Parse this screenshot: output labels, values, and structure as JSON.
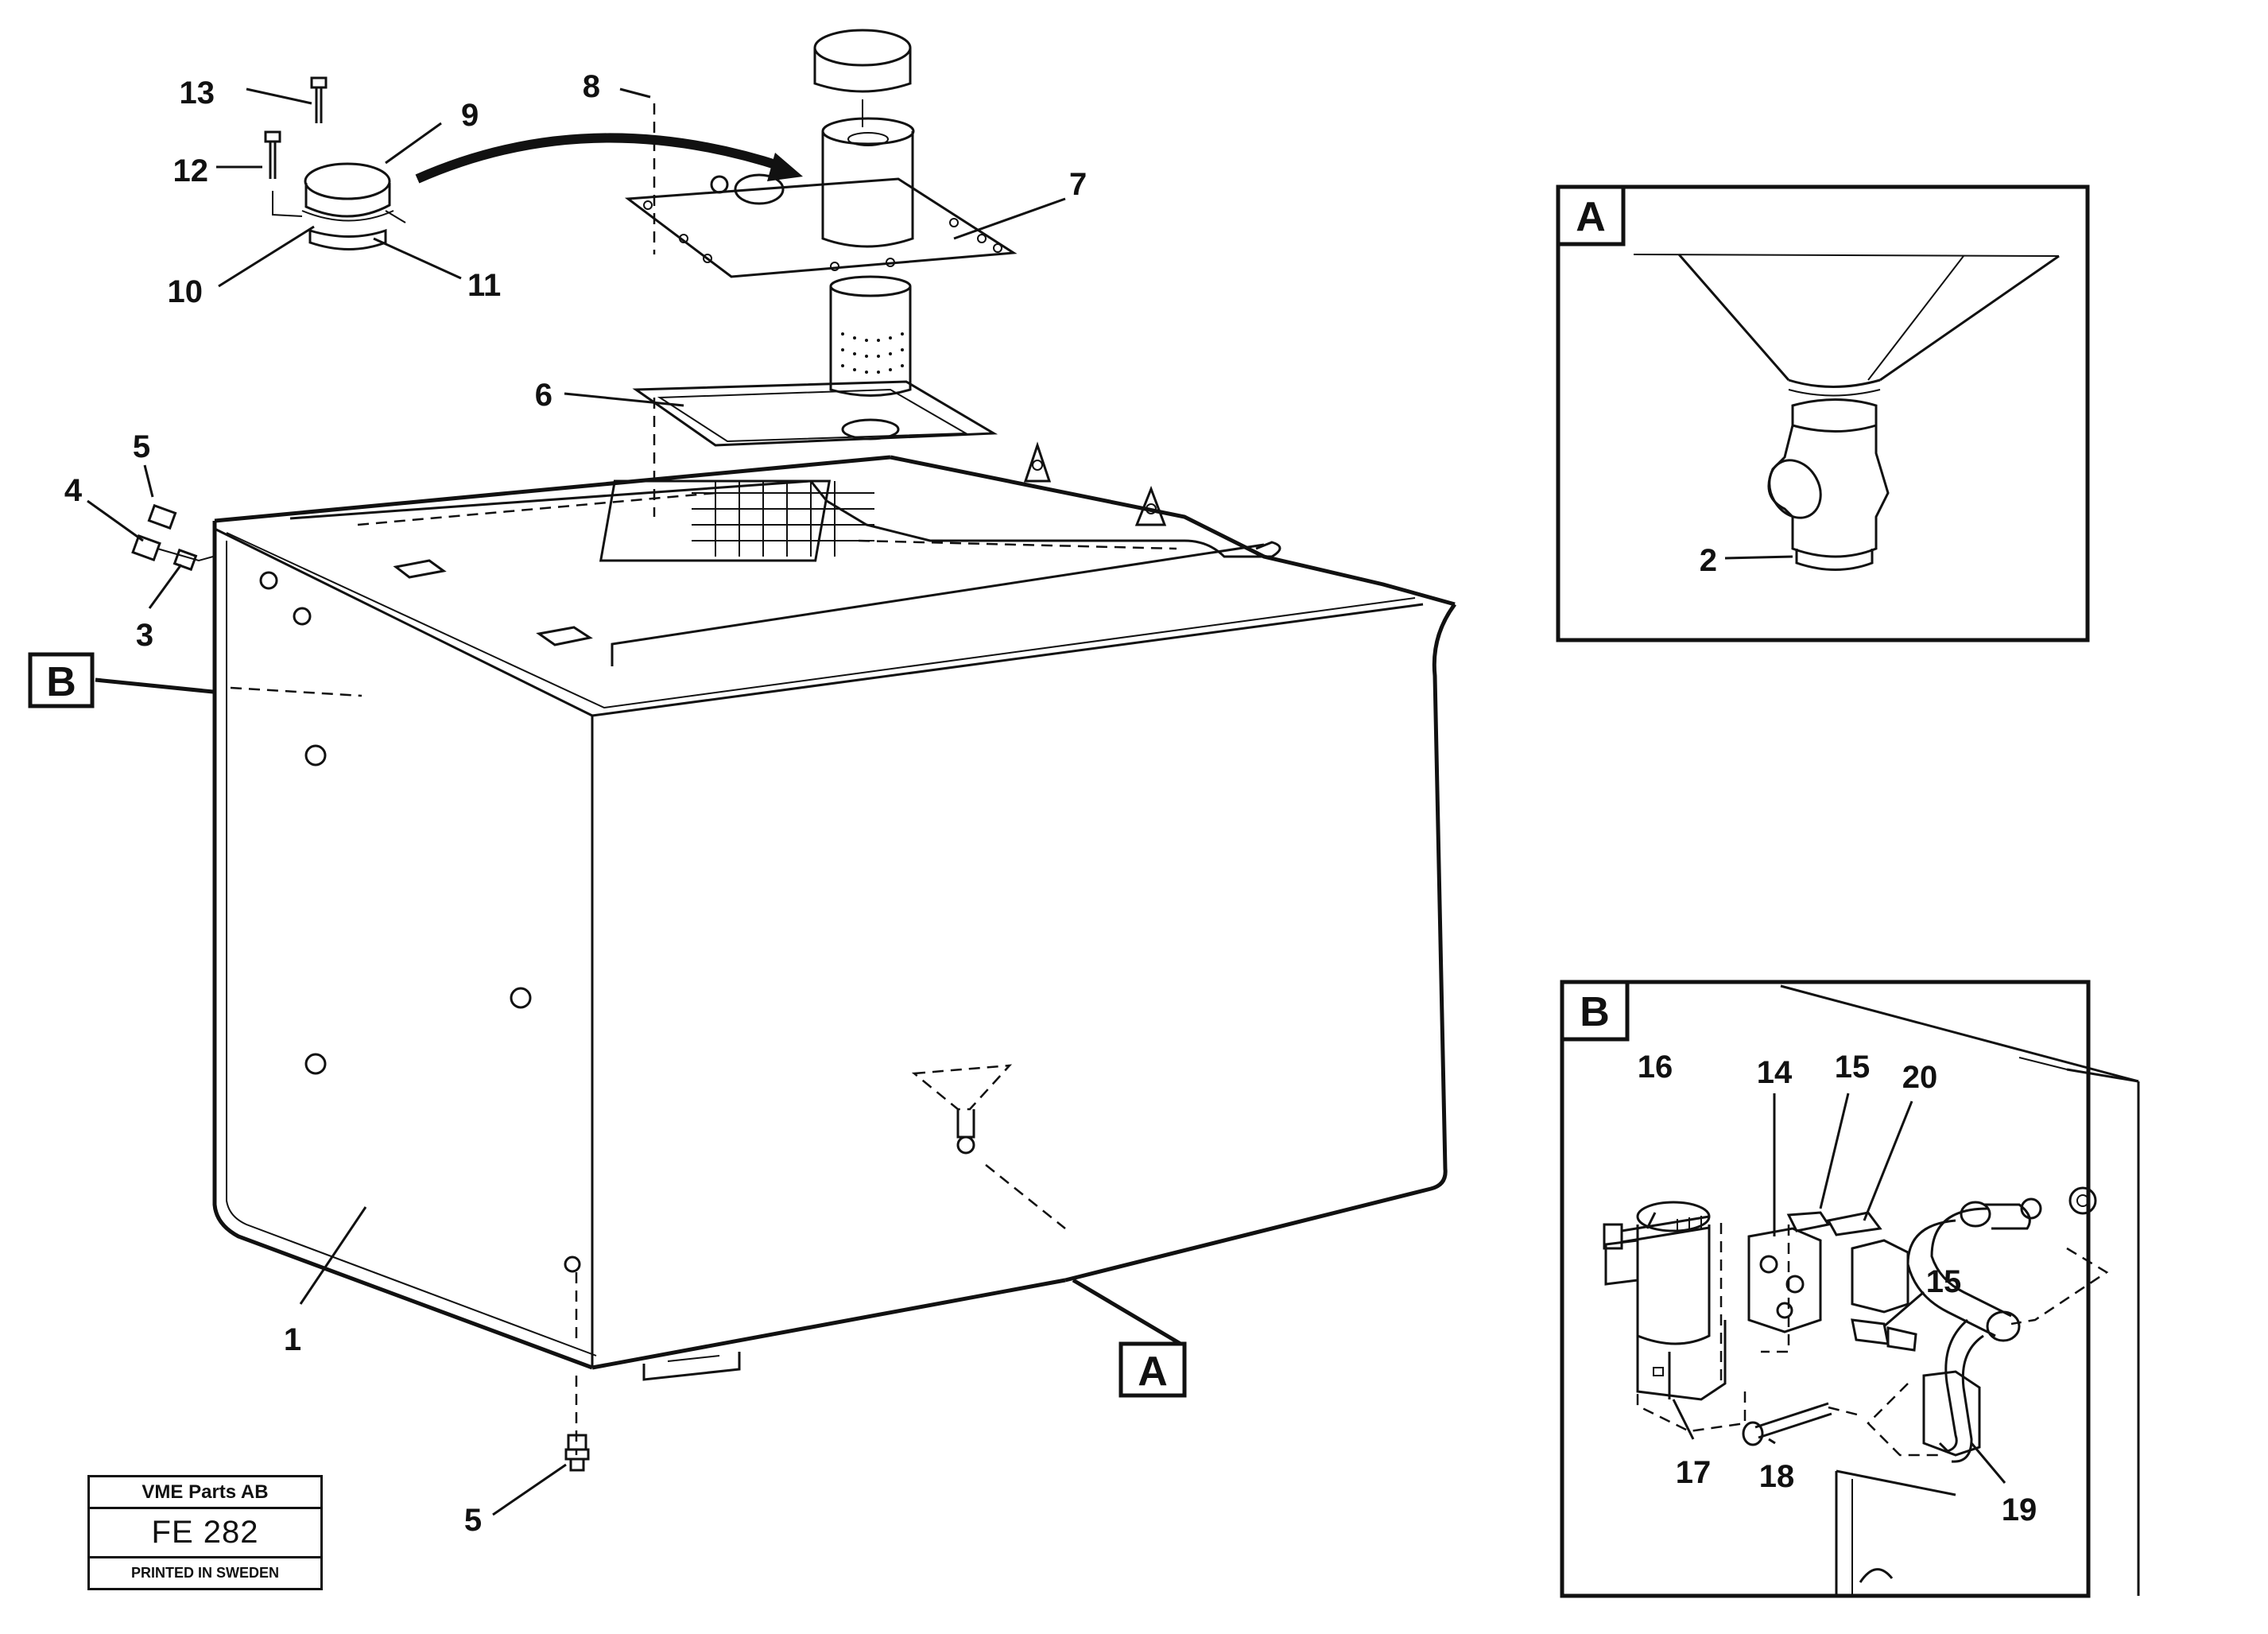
{
  "callouts": {
    "c1": "1",
    "c2": "2",
    "c3": "3",
    "c4": "4",
    "c5a": "5",
    "c5b": "5",
    "c6": "6",
    "c7": "7",
    "c8": "8",
    "c9": "9",
    "c10": "10",
    "c11": "11",
    "c12": "12",
    "c13": "13",
    "c14": "14",
    "c15a": "15",
    "c15b": "15",
    "c16": "16",
    "c17": "17",
    "c18": "18",
    "c19": "19",
    "c20": "20"
  },
  "detail_refs": {
    "A_main": "A",
    "B_main": "B",
    "A_inset": "A",
    "B_inset": "B"
  },
  "stamp": {
    "company": "VME Parts AB",
    "drawing_no": "FE 282",
    "printed": "PRINTED IN SWEDEN"
  }
}
